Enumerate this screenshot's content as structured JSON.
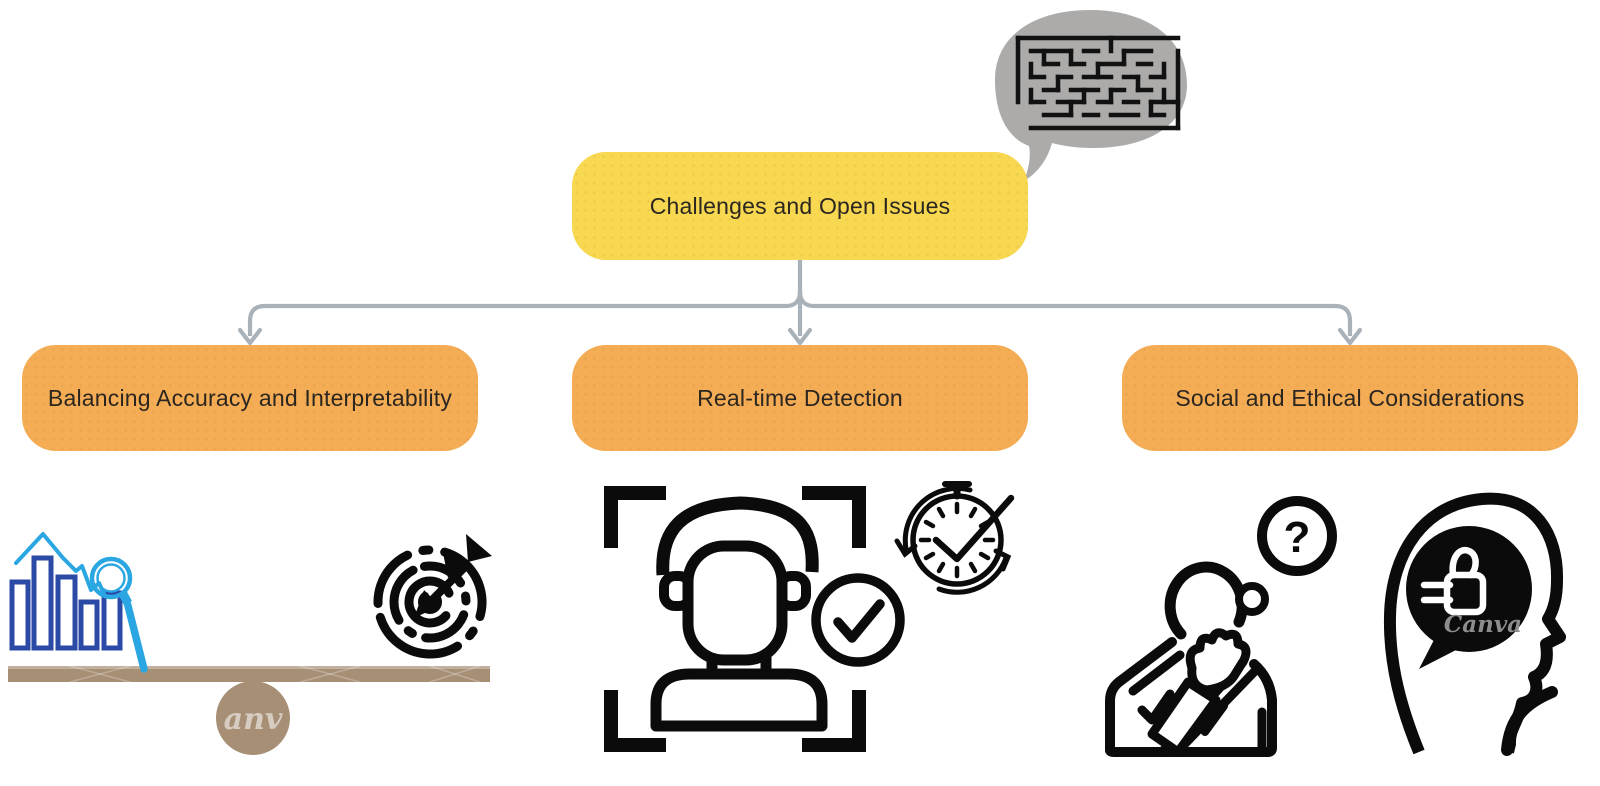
{
  "diagram": {
    "root": {
      "label": "Challenges and Open Issues"
    },
    "branches": [
      {
        "label": "Balancing Accuracy and Interpretability"
      },
      {
        "label": "Real-time Detection"
      },
      {
        "label": "Social and Ethical Considerations"
      }
    ]
  },
  "icons": {
    "root_decoration": "maze-speech-bubble-icon",
    "branch_1": [
      "bar-chart-magnifier-icon",
      "target-dart-icon",
      "seesaw-balance-icon"
    ],
    "branch_2": [
      "face-detection-frame-icon",
      "check-circle-icon",
      "stopwatch-icon"
    ],
    "branch_3": [
      "thinking-person-icon",
      "question-bubble-icon",
      "head-thumbs-up-icon"
    ]
  },
  "watermarks": {
    "fulcrum_text": "anv",
    "head_text": "Canva"
  },
  "question_mark": "?",
  "colors": {
    "root_fill": "#F8D850",
    "branch_fill": "#F5AD55",
    "label_text": "#2B2620",
    "connector_gray": "#A9B1B9",
    "bubble_gray": "#ACABA9",
    "icon_black": "#0B0B0B",
    "bar_navy": "#2B4AA5",
    "light_blue": "#2AA7E3",
    "plank_tan": "#A78F75"
  }
}
